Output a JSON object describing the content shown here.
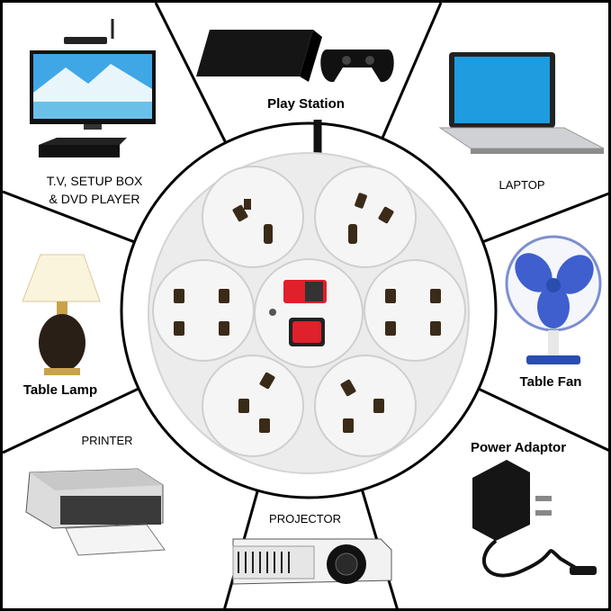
{
  "labels": {
    "play_station": "Play Station",
    "tv_line1": "T.V, SETUP BOX",
    "tv_line2": "& DVD PLAYER",
    "laptop": "LAPTOP",
    "table_lamp": "Table Lamp",
    "table_fan": "Table Fan",
    "printer": "PRINTER",
    "power_adaptor": "Power Adaptor",
    "projector": "PROJECTOR"
  },
  "devices": [
    "tv-setup-box-dvd",
    "play-station",
    "laptop",
    "table-lamp",
    "table-fan",
    "printer",
    "power-adaptor",
    "projector"
  ],
  "power_strip": {
    "sockets": 6,
    "switch_color": "#e0202a",
    "indicator_color": "#e0202a"
  },
  "colors": {
    "background": "#ffffff",
    "divider": "#000000",
    "strip_body": "#f2f2f2"
  }
}
